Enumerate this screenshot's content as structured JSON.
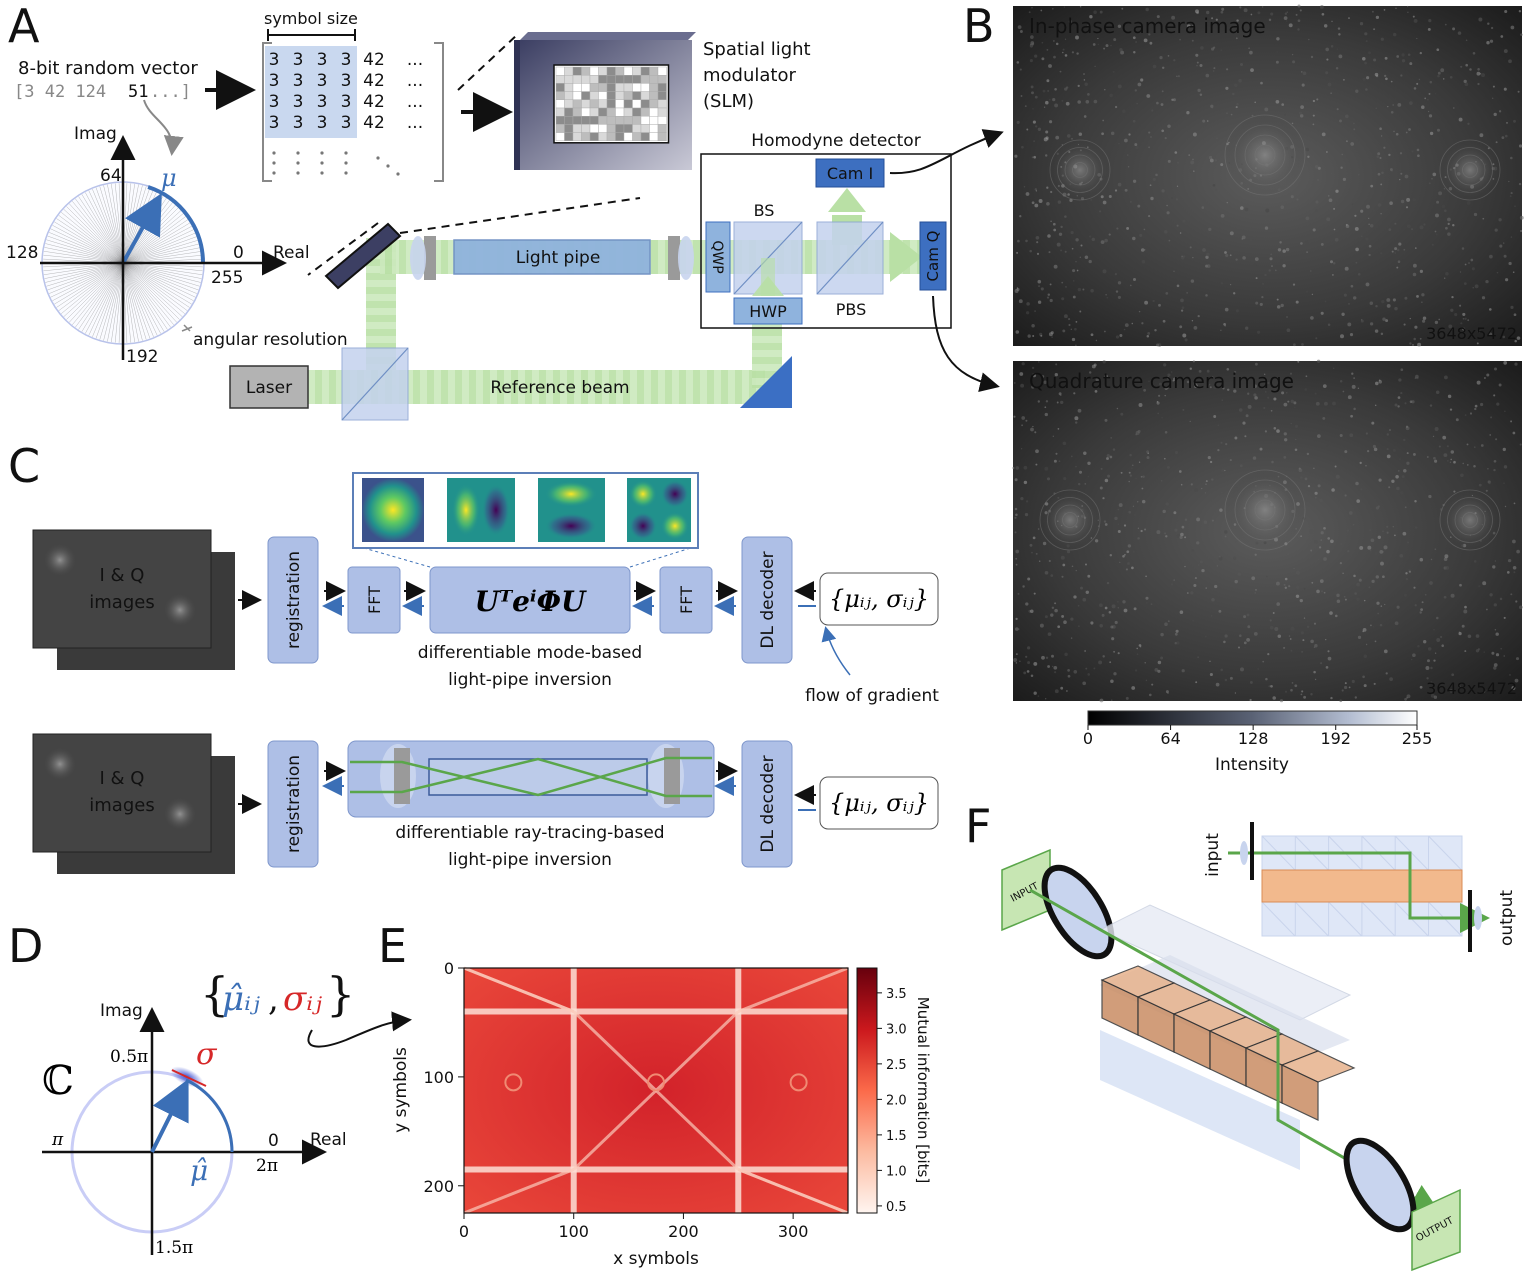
{
  "panel_labels": {
    "a": "A",
    "b": "B",
    "c": "C",
    "d": "D",
    "e": "E",
    "f": "F"
  },
  "panel_a": {
    "random_vector_label": "8-bit random vector",
    "random_vector_prefix": "[3 42 124",
    "random_vector_highlight": "51",
    "random_vector_suffix": "...]",
    "symbol_size_label": "symbol size",
    "matrix_rows": [
      [
        "3",
        "3",
        "3",
        "3",
        "42",
        "..."
      ],
      [
        "3",
        "3",
        "3",
        "3",
        "42",
        "..."
      ],
      [
        "3",
        "3",
        "3",
        "3",
        "42",
        "..."
      ],
      [
        "3",
        "3",
        "3",
        "3",
        "42",
        "..."
      ]
    ],
    "slm_label_line1": "Spatial light",
    "slm_label_line2": "modulator",
    "slm_label_line3": "(SLM)",
    "homodyne_label": "Homodyne detector",
    "cam_i": "Cam I",
    "cam_q": "Cam Q",
    "bs": "BS",
    "qwp": "QWP",
    "hwp": "HWP",
    "pbs": "PBS",
    "light_pipe": "Light pipe",
    "laser": "Laser",
    "reference_beam": "Reference beam",
    "imag": "Imag",
    "real": "Real",
    "mu": "μ",
    "tick_64": "64",
    "tick_0": "0",
    "tick_128": "128",
    "tick_255": "255",
    "tick_192": "192",
    "angular_resolution": "angular resolution"
  },
  "panel_b": {
    "inphase_title": "In-phase camera image",
    "quad_title": "Quadrature camera image",
    "resolution": "3648x5472",
    "colorbar_ticks": [
      "0",
      "64",
      "128",
      "192",
      "255"
    ],
    "colorbar_label": "Intensity"
  },
  "panel_c": {
    "iq_line1": "I & Q",
    "iq_line2": "images",
    "registration": "registration",
    "fft": "FFT",
    "dl_decoder": "DL decoder",
    "output_set": "{μᵢⱼ, σᵢⱼ}",
    "mode_caption_1": "differentiable mode-based",
    "mode_caption_2": "light-pipe inversion",
    "ray_caption_1": "differentiable ray-tracing-based",
    "ray_caption_2": "light-pipe inversion",
    "flow_of_gradient": "flow of gradient",
    "operator": "UᵀeⁱΦU",
    "colors": {
      "block": "#aebfe6",
      "block_stroke": "#7f97cc",
      "gradient_arrow": "#3b6fb6"
    }
  },
  "panel_d": {
    "complex_symbol": "ℂ",
    "imag": "Imag",
    "real": "Real",
    "half_pi": "0.5π",
    "pi": "π",
    "zero": "0",
    "two_pi": "2π",
    "three_half_pi": "1.5π",
    "mu_hat": "μ̂",
    "sigma": "σ",
    "set_open": "{",
    "set_mu": "μ̂ᵢⱼ",
    "set_comma": ",",
    "set_sigma": "σᵢⱼ",
    "set_close": "}",
    "colors": {
      "mu": "#3b6fb6",
      "sigma": "#d62728"
    }
  },
  "panel_e": {
    "xlabel": "x symbols",
    "ylabel": "y symbols",
    "colorbar_label": "Mutual information [bits]",
    "x_ticks": [
      "0",
      "100",
      "200",
      "300"
    ],
    "y_ticks": [
      "0",
      "100",
      "200"
    ],
    "cb_ticks": [
      "3.5",
      "3.0",
      "2.5",
      "2.0",
      "1.5",
      "1.0",
      "0.5"
    ]
  },
  "panel_f": {
    "input": "input",
    "output": "output",
    "input_tag": "INPUT",
    "output_tag": "OUTPUT"
  }
}
